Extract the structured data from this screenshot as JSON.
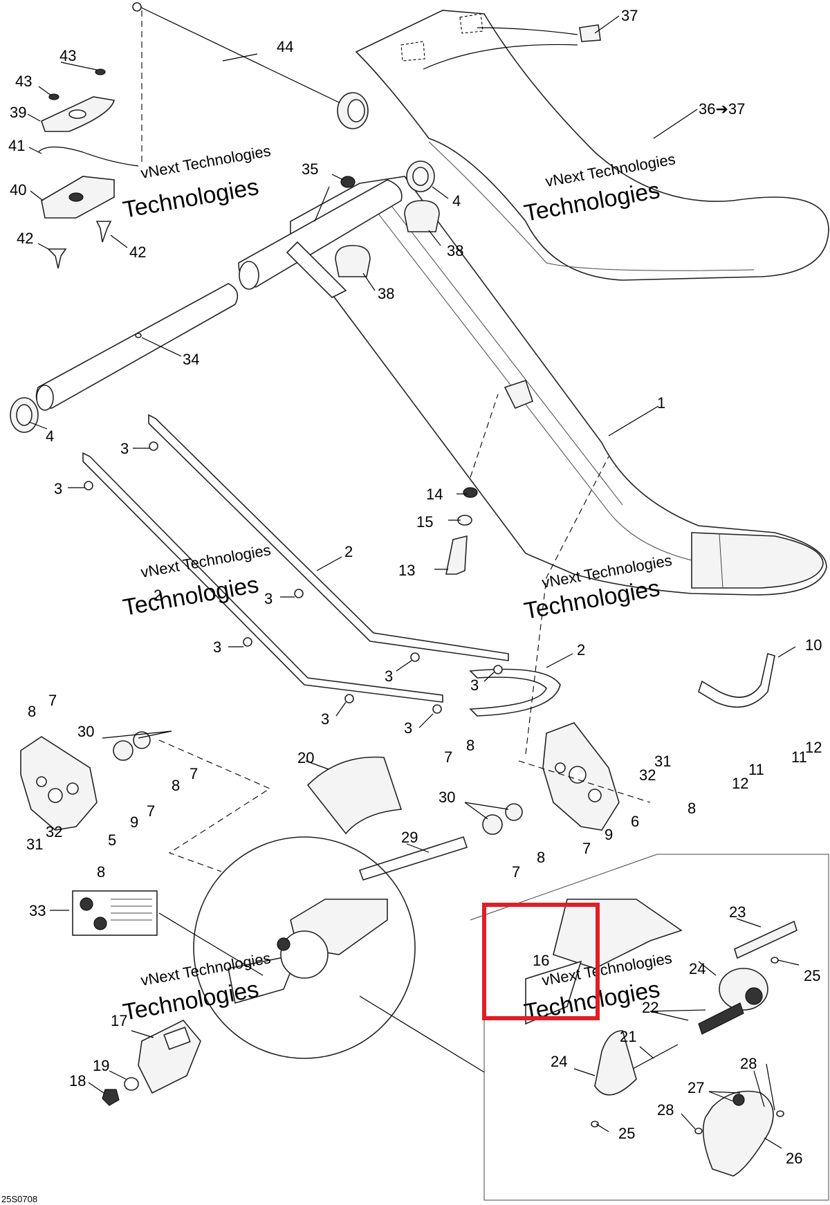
{
  "diagram_code": "25S0708",
  "watermark": {
    "line1": "vNext Technologies",
    "line2": "Technologies"
  },
  "callouts": {
    "c1": "1",
    "c2a": "2",
    "c2b": "2",
    "c2c": "2",
    "c3a": "3",
    "c3b": "3",
    "c3c": "3",
    "c3d": "3",
    "c3e": "3",
    "c3f": "3",
    "c3g": "3",
    "c3h": "3",
    "c4a": "4",
    "c4b": "4",
    "c5": "5",
    "c6": "6",
    "c7a": "7",
    "c7b": "7",
    "c7c": "7",
    "c7d": "7",
    "c7e": "7",
    "c7f": "7",
    "c8a": "8",
    "c8b": "8",
    "c8c": "8",
    "c8d": "8",
    "c8e": "8",
    "c8f": "8",
    "c9a": "9",
    "c9b": "9",
    "c10": "10",
    "c11a": "11",
    "c11b": "11",
    "c12a": "12",
    "c12b": "12",
    "c13": "13",
    "c14": "14",
    "c15": "15",
    "c16": "16",
    "c17": "17",
    "c18": "18",
    "c19": "19",
    "c20": "20",
    "c21": "21",
    "c22": "22",
    "c23": "23",
    "c24a": "24",
    "c24b": "24",
    "c25a": "25",
    "c25b": "25",
    "c26": "26",
    "c27": "27",
    "c28a": "28",
    "c28b": "28",
    "c29": "29",
    "c30a": "30",
    "c30b": "30",
    "c31a": "31",
    "c31b": "31",
    "c32a": "32",
    "c32b": "32",
    "c33": "33",
    "c34": "34",
    "c35": "35",
    "c36": "36➔37",
    "c37": "37",
    "c38a": "38",
    "c38b": "38",
    "c39": "39",
    "c40": "40",
    "c41": "41",
    "c42a": "42",
    "c42b": "42",
    "c43a": "43",
    "c43b": "43",
    "c44": "44"
  },
  "highlight": {
    "color": "#e01e26",
    "target_callout": "16"
  }
}
